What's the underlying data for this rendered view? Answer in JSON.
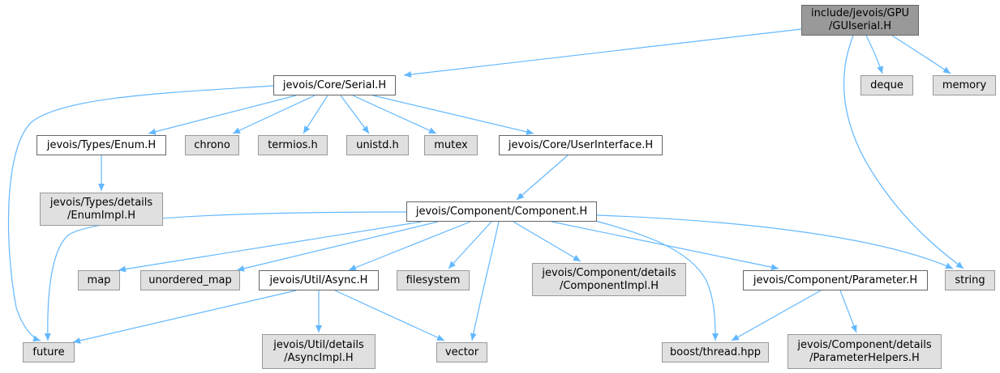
{
  "nodes": [
    {
      "id": "guiserial",
      "lines": [
        "include/jevois/GPU",
        "/GUIserial.H"
      ],
      "kind": "root"
    },
    {
      "id": "serial",
      "lines": [
        "jevois/Core/Serial.H"
      ],
      "kind": "local"
    },
    {
      "id": "deque",
      "lines": [
        "deque"
      ],
      "kind": "system"
    },
    {
      "id": "memory",
      "lines": [
        "memory"
      ],
      "kind": "system"
    },
    {
      "id": "enum",
      "lines": [
        "jevois/Types/Enum.H"
      ],
      "kind": "local"
    },
    {
      "id": "chrono",
      "lines": [
        "chrono"
      ],
      "kind": "system"
    },
    {
      "id": "termios",
      "lines": [
        "termios.h"
      ],
      "kind": "system"
    },
    {
      "id": "unistd",
      "lines": [
        "unistd.h"
      ],
      "kind": "system"
    },
    {
      "id": "mutex",
      "lines": [
        "mutex"
      ],
      "kind": "system"
    },
    {
      "id": "userinterface",
      "lines": [
        "jevois/Core/UserInterface.H"
      ],
      "kind": "local"
    },
    {
      "id": "enumimpl",
      "lines": [
        "jevois/Types/details",
        "/EnumImpl.H"
      ],
      "kind": "system"
    },
    {
      "id": "component",
      "lines": [
        "jevois/Component/Component.H"
      ],
      "kind": "local"
    },
    {
      "id": "map",
      "lines": [
        "map"
      ],
      "kind": "system"
    },
    {
      "id": "unordered_map",
      "lines": [
        "unordered_map"
      ],
      "kind": "system"
    },
    {
      "id": "async",
      "lines": [
        "jevois/Util/Async.H"
      ],
      "kind": "local"
    },
    {
      "id": "filesystem",
      "lines": [
        "filesystem"
      ],
      "kind": "system"
    },
    {
      "id": "componentimpl",
      "lines": [
        "jevois/Component/details",
        "/ComponentImpl.H"
      ],
      "kind": "system"
    },
    {
      "id": "parameter",
      "lines": [
        "jevois/Component/Parameter.H"
      ],
      "kind": "local"
    },
    {
      "id": "string",
      "lines": [
        "string"
      ],
      "kind": "system"
    },
    {
      "id": "future",
      "lines": [
        "future"
      ],
      "kind": "system"
    },
    {
      "id": "asyncimpl",
      "lines": [
        "jevois/Util/details",
        "/AsyncImpl.H"
      ],
      "kind": "system"
    },
    {
      "id": "vector",
      "lines": [
        "vector"
      ],
      "kind": "system"
    },
    {
      "id": "boostthread",
      "lines": [
        "boost/thread.hpp"
      ],
      "kind": "system"
    },
    {
      "id": "paramhelpers",
      "lines": [
        "jevois/Component/details",
        "/ParameterHelpers.H"
      ],
      "kind": "system"
    }
  ],
  "edges": [
    [
      "guiserial",
      "serial"
    ],
    [
      "guiserial",
      "deque"
    ],
    [
      "guiserial",
      "memory"
    ],
    [
      "guiserial",
      "string"
    ],
    [
      "serial",
      "future"
    ],
    [
      "serial",
      "enum"
    ],
    [
      "serial",
      "chrono"
    ],
    [
      "serial",
      "termios"
    ],
    [
      "serial",
      "unistd"
    ],
    [
      "serial",
      "mutex"
    ],
    [
      "serial",
      "userinterface"
    ],
    [
      "enum",
      "enumimpl"
    ],
    [
      "userinterface",
      "component"
    ],
    [
      "component",
      "future"
    ],
    [
      "component",
      "map"
    ],
    [
      "component",
      "unordered_map"
    ],
    [
      "component",
      "async"
    ],
    [
      "component",
      "filesystem"
    ],
    [
      "component",
      "vector"
    ],
    [
      "component",
      "componentimpl"
    ],
    [
      "component",
      "boostthread"
    ],
    [
      "component",
      "parameter"
    ],
    [
      "component",
      "string"
    ],
    [
      "async",
      "future"
    ],
    [
      "async",
      "asyncimpl"
    ],
    [
      "async",
      "vector"
    ],
    [
      "parameter",
      "boostthread"
    ],
    [
      "parameter",
      "paramhelpers"
    ]
  ],
  "colors": {
    "edge": "#63b8ff",
    "root_fill": "#999999",
    "local_fill": "#ffffff",
    "system_fill": "#e0e0e0"
  }
}
